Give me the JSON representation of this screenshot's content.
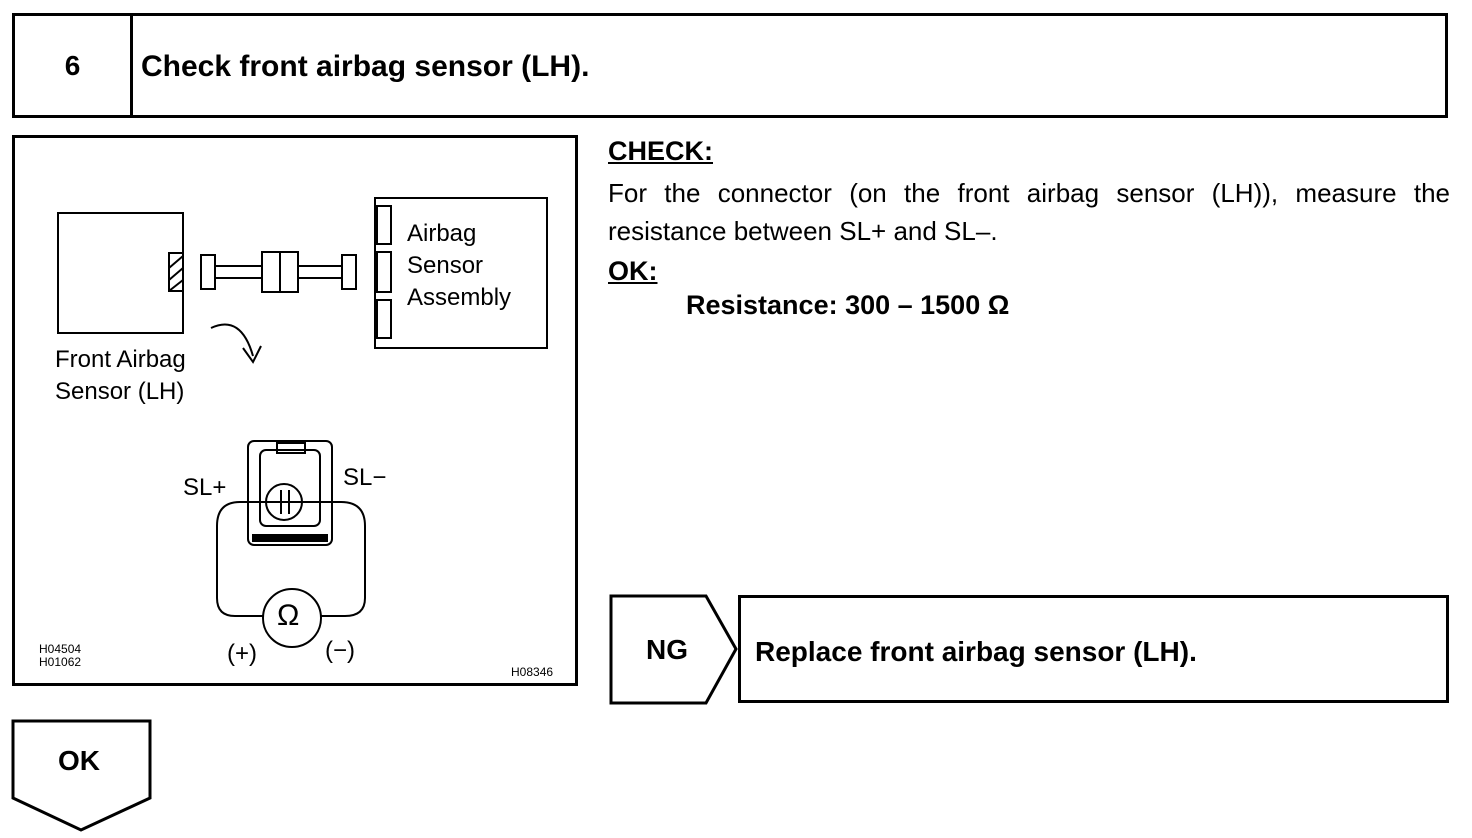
{
  "step": {
    "number": "6",
    "title": "Check front airbag sensor (LH)."
  },
  "figure": {
    "label_assembly": [
      "Airbag",
      "Sensor",
      "Assembly"
    ],
    "label_sensor": [
      "Front Airbag",
      "Sensor (LH)"
    ],
    "terminal_plus": "SL+",
    "terminal_minus": "SL−",
    "meter_symbol": "Ω",
    "probe_plus": "(+)",
    "probe_minus": "(−)",
    "code_left": [
      "H04504",
      "H01062"
    ],
    "code_right": "H08346"
  },
  "check": {
    "heading": "CHECK:",
    "body": "For the connector (on the front airbag sensor (LH)), measure the resistance between SL+ and SL–."
  },
  "ok": {
    "heading": "OK:",
    "spec": "Resistance: 300 – 1500 Ω"
  },
  "ng": {
    "label": "NG",
    "action": "Replace front airbag sensor (LH)."
  },
  "ok_branch": {
    "label": "OK"
  }
}
